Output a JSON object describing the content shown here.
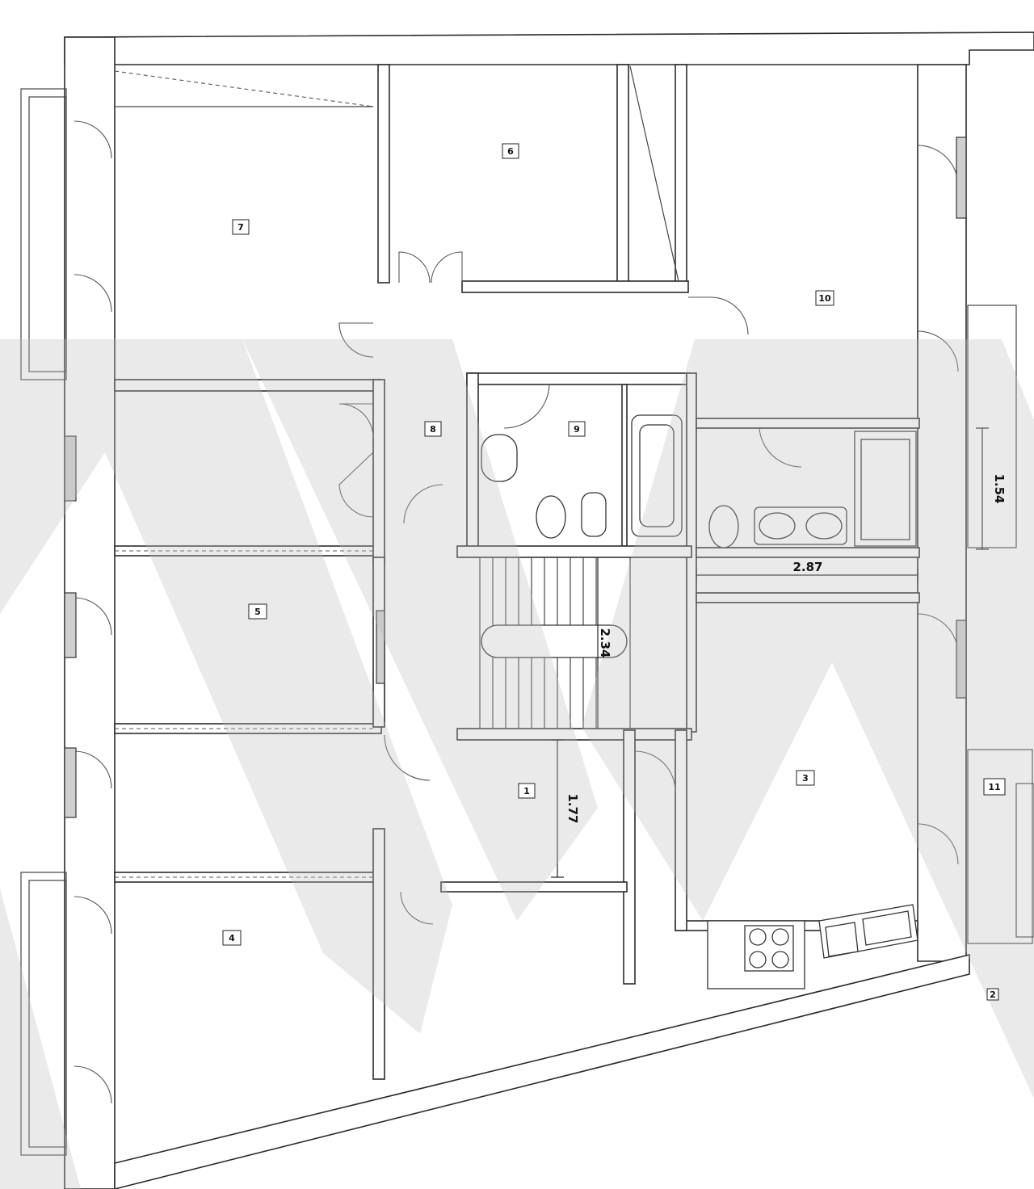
{
  "rooms": [
    {
      "id": "7",
      "label": "7"
    },
    {
      "id": "6",
      "label": "6"
    },
    {
      "id": "8",
      "label": "8"
    },
    {
      "id": "9",
      "label": "9"
    },
    {
      "id": "10",
      "label": "10"
    },
    {
      "id": "5",
      "label": "5"
    },
    {
      "id": "1",
      "label": "1"
    },
    {
      "id": "3",
      "label": "3"
    },
    {
      "id": "4",
      "label": "4"
    },
    {
      "id": "2",
      "label": "2"
    },
    {
      "id": "11",
      "label": "11"
    }
  ],
  "dimensions": {
    "balcony_depth": "1.54",
    "bath_width": "2.87",
    "stair_width": "2.34",
    "hall_length": "1.77"
  },
  "colors": {
    "wall": "#2b2b2b",
    "watermark": "#bdbdbd"
  }
}
